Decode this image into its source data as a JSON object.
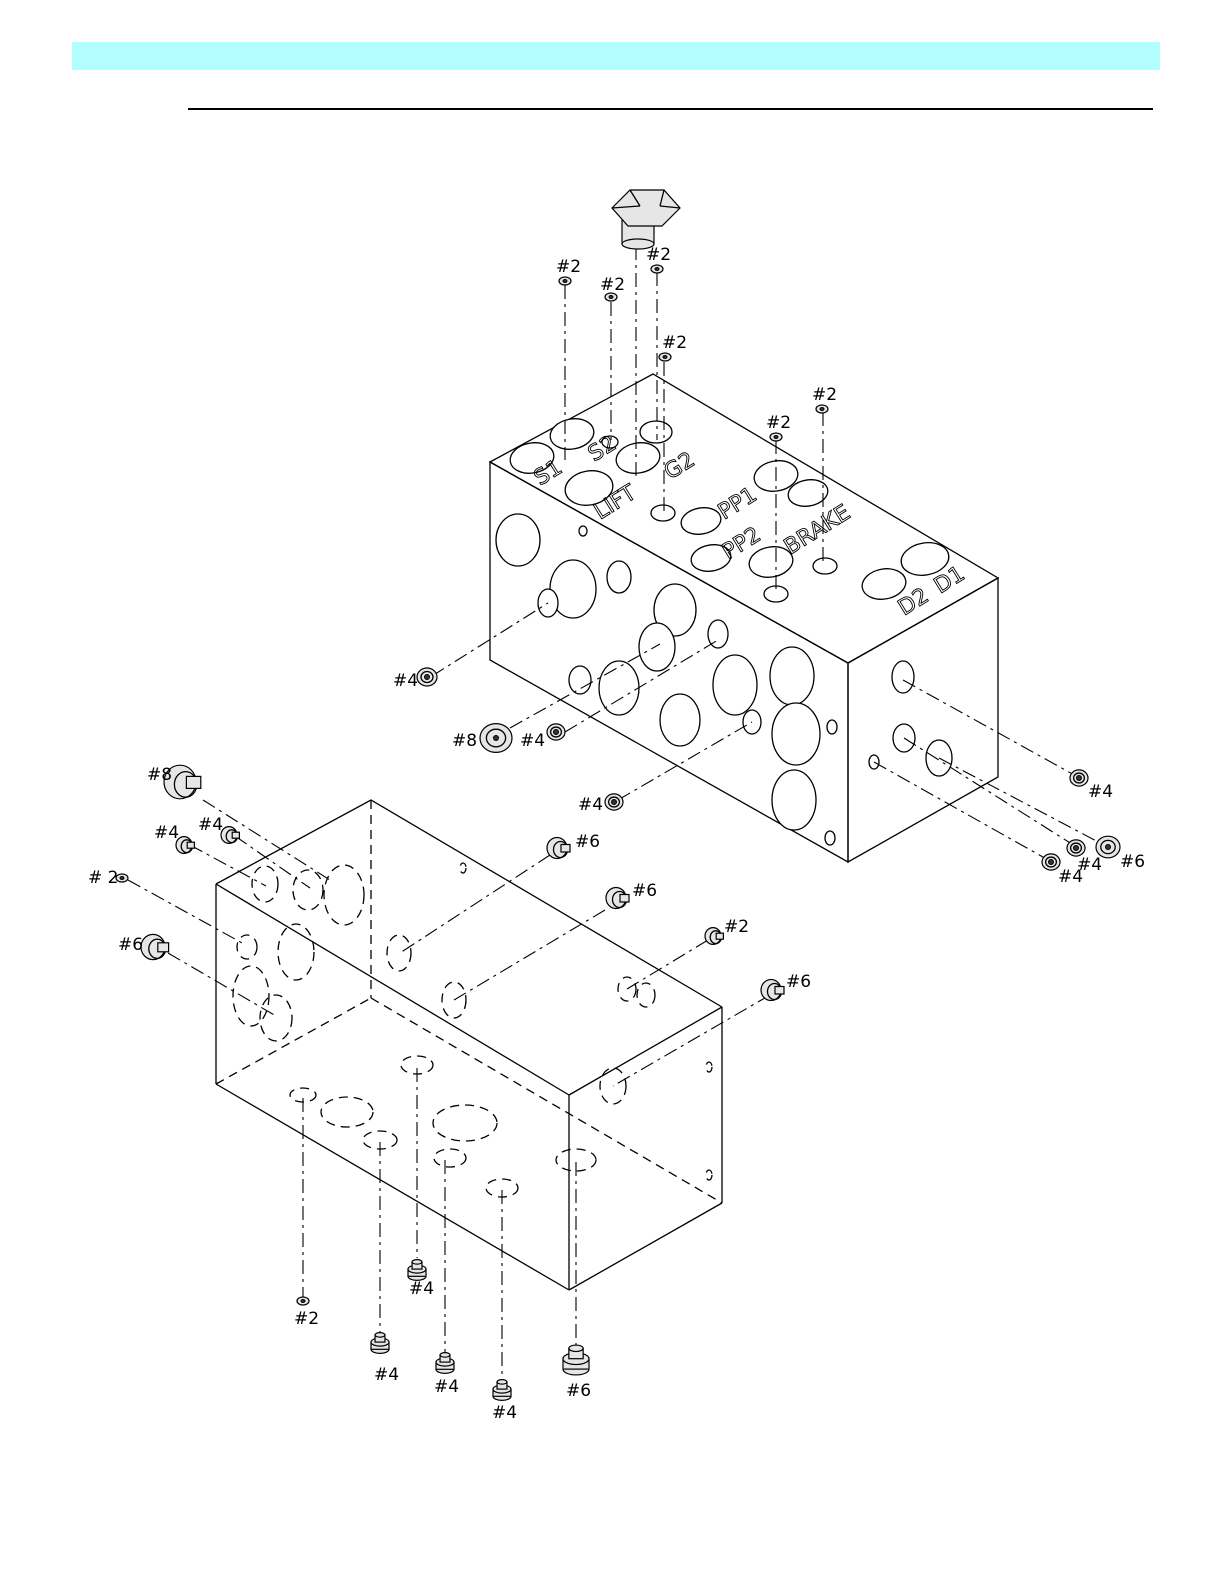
{
  "page": {
    "header_band_color": "#b3ffff",
    "line_color": "#000000"
  },
  "port_labels": {
    "s1": "S1",
    "s2": "S2",
    "lift": "LIFT",
    "g2": "G2",
    "pp1": "PP1",
    "pp2": "PP2",
    "brake": "BRAKE",
    "d2": "D2",
    "d1": "D1"
  },
  "callouts": [
    "#2",
    "#2",
    "#2",
    "#2",
    "#2",
    "#2",
    "#4",
    "#8",
    "#4",
    "#4",
    "#4",
    "#4",
    "#6",
    "#4",
    "#8",
    "#4",
    "#4",
    "# 2",
    "#6",
    "#6",
    "#6",
    "#2",
    "#6",
    "#4",
    "#2",
    "#4",
    "#4",
    "#4",
    "#6"
  ],
  "icons": [
    "hex-plug-icon",
    "sae-plug-icon"
  ]
}
